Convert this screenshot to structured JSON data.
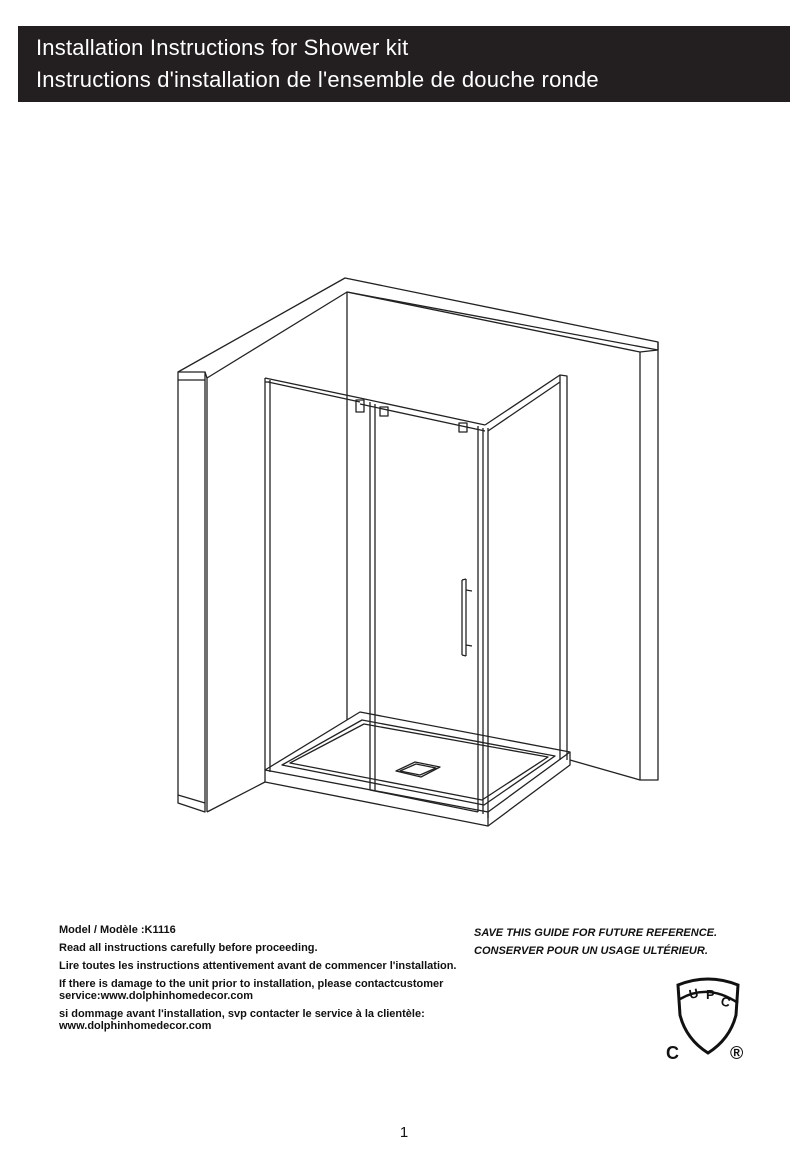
{
  "header": {
    "title_en": "Installation Instructions for Shower kit",
    "title_fr": "Instructions d'installation de l'ensemble de douche ronde"
  },
  "info": {
    "model": "Model / Modèle :K1116",
    "read_all": "Read all instructions carefully before proceeding.",
    "read_all_fr": "Lire toutes les instructions attentivement avant de commencer l'installation.",
    "damage_en": "If there is damage to the unit prior to installation, please contactcustomer service:www.dolphinhomedecor.com",
    "damage_fr": "si dommage avant l'installation, svp contacter le service à la clientèle: www.dolphinhomedecor.com"
  },
  "save_guide": {
    "en": "SAVE THIS GUIDE FOR FUTURE REFERENCE.",
    "fr": "CONSERVER POUR UN USAGE ULTÉRIEUR."
  },
  "certification": {
    "upc_letters": "UPC",
    "c_letter": "C",
    "reg_mark": "®",
    "icon": "cupc-shield-icon"
  },
  "page_number": "1"
}
